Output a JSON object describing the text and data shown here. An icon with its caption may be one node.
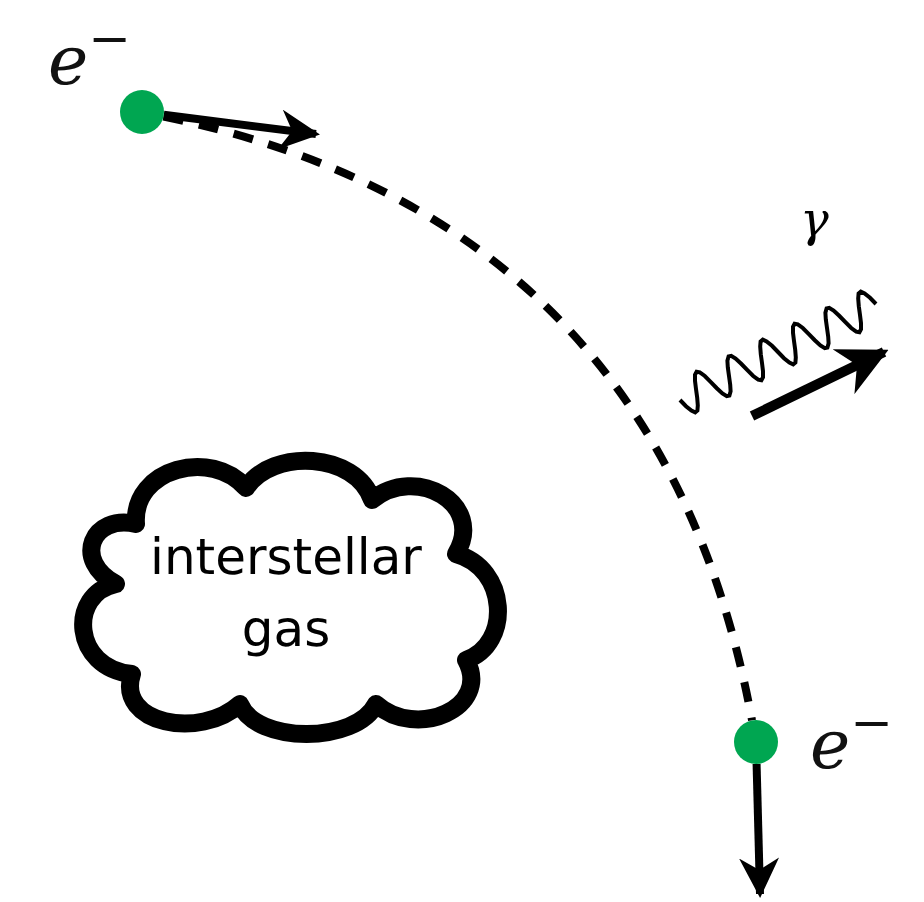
{
  "diagram": {
    "nodes": [
      {
        "text": [],
        "shape": "circle",
        "beside": [
          "*e*$^{−}$"
        ]
      },
      {
        "text": [],
        "shape": "circle",
        "beside": [
          "*e*$^{−}$"
        ]
      },
      {
        "text": [
          "interstellar gas"
        ]
      }
    ],
    "edges": [
      {
        "from": 0,
        "to": 1,
        "arrow": "none",
        "style": "dashed"
      },
      {
        "from": 0,
        "to": null,
        "arrow": "to"
      },
      {
        "from": 1,
        "to": null,
        "arrow": "to"
      }
    ],
    "labels": [
      "γ"
    ]
  }
}
